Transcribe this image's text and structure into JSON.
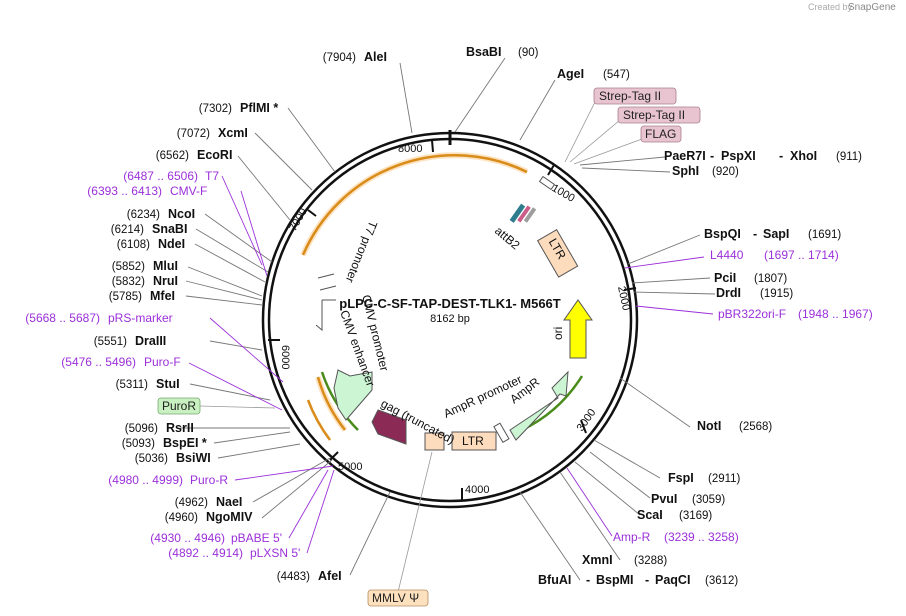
{
  "credit": "Created by",
  "brand": "SnapGene",
  "plasmid": {
    "name": "pLPC-C-SF-TAP-DEST-TLK1- M566T",
    "length": "8162 bp",
    "total": 8162
  },
  "ticks": [
    "1000",
    "2000",
    "3000",
    "4000",
    "5000",
    "6000",
    "7000",
    "8000"
  ],
  "sites": [
    {
      "name": "AleI",
      "pos": "(7904)",
      "side": "left"
    },
    {
      "name": "BsaBI",
      "pos": "(90)",
      "side": "right"
    },
    {
      "name": "AgeI",
      "pos": "(547)",
      "side": "right"
    },
    {
      "name": "PflMI *",
      "pos": "(7302)",
      "side": "left"
    },
    {
      "name": "XcmI",
      "pos": "(7072)",
      "side": "left"
    },
    {
      "name": "EcoRI",
      "pos": "(6562)",
      "side": "left"
    },
    {
      "name": "PaeR7I",
      "name2": "PspXI",
      "name3": "XhoI",
      "pos": "(911)",
      "side": "right"
    },
    {
      "name": "SphI",
      "pos": "(920)",
      "side": "right"
    },
    {
      "name": "NcoI",
      "pos": "(6234)",
      "side": "left"
    },
    {
      "name": "SnaBI",
      "pos": "(6214)",
      "side": "left"
    },
    {
      "name": "NdeI",
      "pos": "(6108)",
      "side": "left"
    },
    {
      "name": "BspQI",
      "name2": "SapI",
      "pos": "(1691)",
      "side": "right"
    },
    {
      "name": "MluI",
      "pos": "(5852)",
      "side": "left"
    },
    {
      "name": "NruI",
      "pos": "(5832)",
      "side": "left"
    },
    {
      "name": "MfeI",
      "pos": "(5785)",
      "side": "left"
    },
    {
      "name": "PciI",
      "pos": "(1807)",
      "side": "right"
    },
    {
      "name": "DrdI",
      "pos": "(1915)",
      "side": "right"
    },
    {
      "name": "DraIII",
      "pos": "(5551)",
      "side": "left"
    },
    {
      "name": "StuI",
      "pos": "(5311)",
      "side": "left"
    },
    {
      "name": "NotI",
      "pos": "(2568)",
      "side": "right"
    },
    {
      "name": "RsrII",
      "pos": "(5096)",
      "side": "left"
    },
    {
      "name": "BspEI *",
      "pos": "(5093)",
      "side": "left"
    },
    {
      "name": "BsiWI",
      "pos": "(5036)",
      "side": "left"
    },
    {
      "name": "FspI",
      "pos": "(2911)",
      "side": "right"
    },
    {
      "name": "PvuI",
      "pos": "(3059)",
      "side": "right"
    },
    {
      "name": "ScaI",
      "pos": "(3169)",
      "side": "right"
    },
    {
      "name": "NaeI",
      "pos": "(4962)",
      "side": "left"
    },
    {
      "name": "NgoMIV",
      "pos": "(4960)",
      "side": "left"
    },
    {
      "name": "XmnI",
      "pos": "(3288)",
      "side": "right"
    },
    {
      "name": "AfeI",
      "pos": "(4483)",
      "side": "left"
    },
    {
      "name": "BfuAI",
      "name2": "BspMI",
      "name3": "PaqCI",
      "pos": "(3612)",
      "side": "right"
    }
  ],
  "primers": [
    {
      "range": "(6487 .. 6506)",
      "name": "T7"
    },
    {
      "range": "(6393 .. 6413)",
      "name": "CMV-F"
    },
    {
      "range": "(1697 .. 1714)",
      "name": "L4440"
    },
    {
      "range": "(1948 .. 1967)",
      "name": "pBR322ori-F"
    },
    {
      "range": "(5668 .. 5687)",
      "name": "pRS-marker"
    },
    {
      "range": "(5476 .. 5496)",
      "name": "Puro-F"
    },
    {
      "range": "(4980 .. 4999)",
      "name": "Puro-R"
    },
    {
      "range": "(3239 .. 3258)",
      "name": "Amp-R"
    },
    {
      "range": "(4930 .. 4946)",
      "name": "pBABE 5'"
    },
    {
      "range": "(4892 .. 4914)",
      "name": "pLXSN 5'"
    }
  ],
  "boxed_features": [
    {
      "name": "Strep-Tag II",
      "color": "#e8c4d0"
    },
    {
      "name": "Strep-Tag II",
      "color": "#e8c4d0"
    },
    {
      "name": "FLAG",
      "color": "#e8c4d0"
    },
    {
      "name": "PuroR",
      "color": "#c8f0c0"
    },
    {
      "name": "MMLV Ψ",
      "color": "#fde0bd"
    }
  ],
  "features": {
    "attB2": "attB2",
    "ltr_top": "LTR",
    "ori": "ori",
    "ltr_bottom": "LTR",
    "ampr_promoter": "AmpR promoter",
    "ampr": "AmpR",
    "gag": "gag (truncated)",
    "cmv_enhancer": "CMV enhancer",
    "cmv_promoter": "CMV promoter",
    "t7_promoter": "T7 promoter"
  },
  "colors": {
    "backbone": "#111111",
    "primer": "#9b30d9",
    "ltr": "#fddcbd",
    "ori": "#ffff00",
    "ampr": "#ccf5d4",
    "gag": "#8c2a56",
    "orange_arc": "#d98c1a",
    "green_arc": "#4a8c1c"
  }
}
